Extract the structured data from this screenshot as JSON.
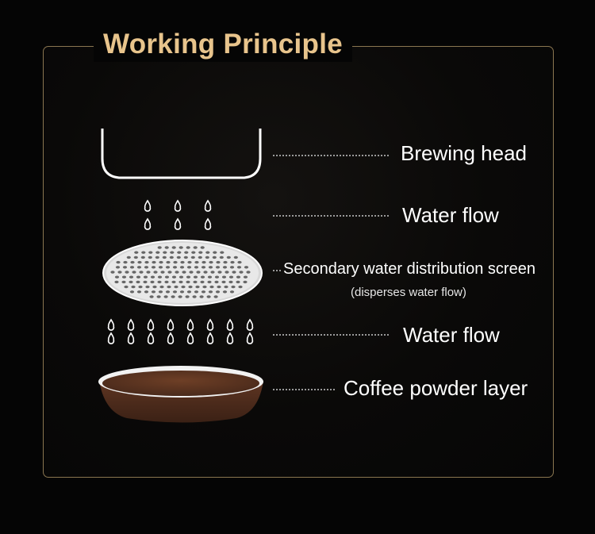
{
  "title": "Working Principle",
  "components": [
    {
      "id": "brewing-head",
      "label": "Brewing head"
    },
    {
      "id": "water-flow-1",
      "label": "Water flow"
    },
    {
      "id": "distribution-screen",
      "label": "Secondary water distribution screen",
      "note": "(disperses water flow)"
    },
    {
      "id": "water-flow-2",
      "label": "Water flow"
    },
    {
      "id": "coffee-powder",
      "label": "Coffee powder layer"
    }
  ],
  "colors": {
    "accent": "#e8c48c",
    "frame_border": "#8a7650",
    "coffee": "#5a3422",
    "metal": "#ffffff"
  }
}
